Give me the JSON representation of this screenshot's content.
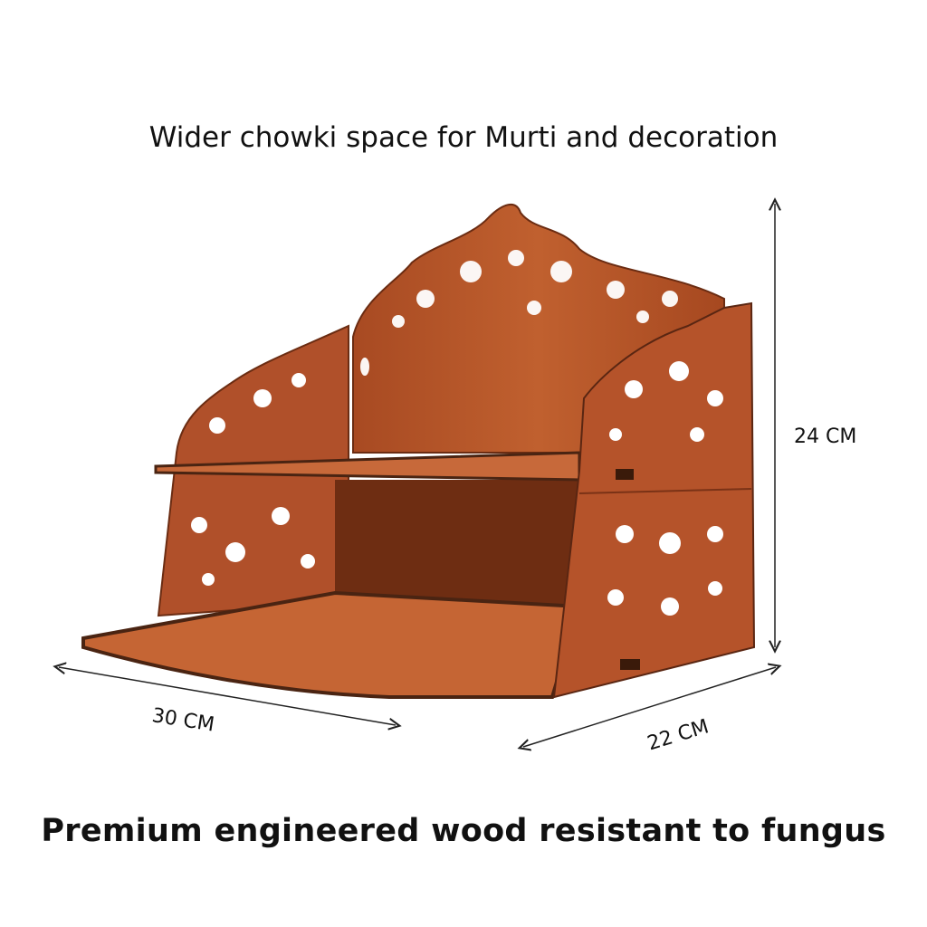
{
  "headline_top": "Wider chowki space for Murti and decoration",
  "headline_bottom": "Premium engineered wood resistant to fungus",
  "dimensions": {
    "height": "24 CM",
    "width": "30 CM",
    "depth": "22 CM"
  },
  "colors": {
    "wood": "#b5532a",
    "wood_dark": "#7d3416",
    "wood_light": "#c9683a",
    "edge": "#4a2412"
  }
}
